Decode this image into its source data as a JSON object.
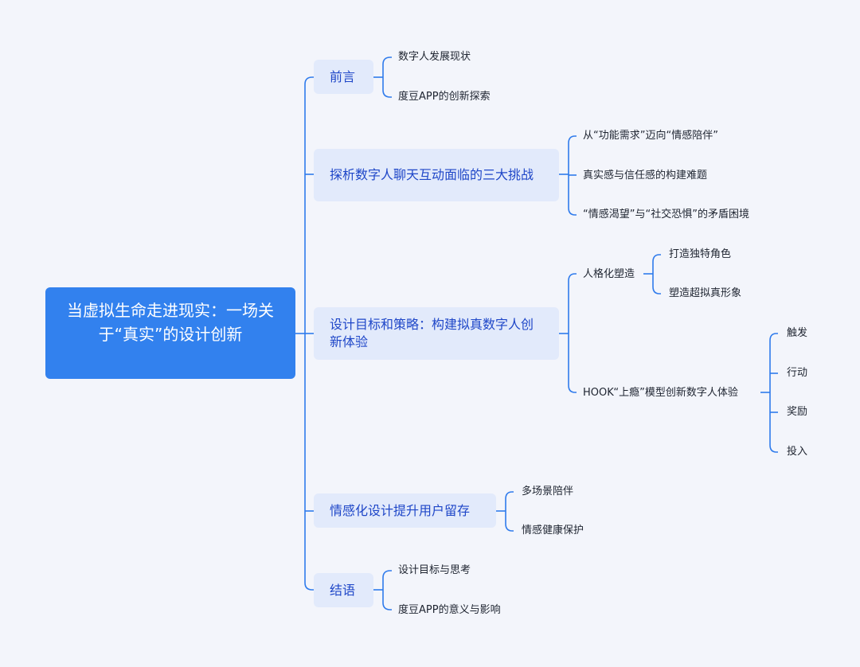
{
  "root": "当虚拟生命走进现实：一场关于“真实”的设计创新",
  "branches": [
    {
      "label": "前言",
      "children": [
        "数字人发展现状",
        "度豆APP的创新探索"
      ]
    },
    {
      "label": "探析数字人聊天互动面临的三大挑战",
      "children": [
        "从“功能需求”迈向“情感陪伴”",
        "真实感与信任感的构建难题",
        "“情感渴望”与“社交恐惧”的矛盾困境"
      ]
    },
    {
      "label": "设计目标和策略：构建拟真数字人创新体验",
      "children": [
        {
          "label": "人格化塑造",
          "children": [
            "打造独特角色",
            "塑造超拟真形象"
          ]
        },
        {
          "label": "HOOK“上瘾”模型创新数字人体验",
          "children": [
            "触发",
            "行动",
            "奖励",
            "投入"
          ]
        }
      ]
    },
    {
      "label": "情感化设计提升用户留存",
      "children": [
        "多场景陪伴",
        "情感健康保护"
      ]
    },
    {
      "label": "结语",
      "children": [
        "设计目标与思考",
        "度豆APP的意义与影响"
      ]
    }
  ]
}
